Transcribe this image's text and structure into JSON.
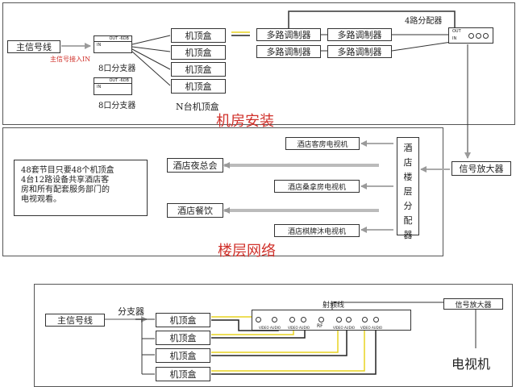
{
  "machine_room": {
    "signal_line": "主信号线",
    "signal_input": "主信号接入IN",
    "splitter_out": "OUT  -6DB",
    "splitter_in": "IN",
    "splitter_a_label": "8口分支器",
    "splitter_b_label": "8口分支器",
    "stb_boxes": [
      "机顶盒",
      "机顶盒",
      "机顶盒",
      "机顶盒"
    ],
    "stb_count_label": "N台机顶盒",
    "modulators": [
      "多路调制器",
      "多路调制器",
      "多路调制器",
      "多路调制器"
    ],
    "distributor_label": "4路分配器",
    "distributor_out": "OUT",
    "distributor_in": "IN",
    "title": "机房安装"
  },
  "floor_network": {
    "amplifier": "信号放大器",
    "floor_distributor": "酒店楼层分配器",
    "rooms": [
      "酒店客房电视机",
      "酒店桑拿房电视机",
      "酒店棋牌沐电视机"
    ],
    "venues": [
      "酒店夜总会",
      "酒店餐饮"
    ],
    "note": "48套节目只要48个机顶盒\n4台12路设备共享酒店客\n房和所有配套服务部门的\n电视观看。",
    "title": "楼层网络"
  },
  "bottom": {
    "signal_line": "主信号线",
    "splitter_label": "分支器",
    "stb_boxes": [
      "机顶盒",
      "机顶盒",
      "机顶盒",
      "机顶盒"
    ],
    "rf_line": "射频线",
    "rf_port": "RF",
    "amplifier": "信号放大器",
    "tv": "电视机",
    "av_inputs": [
      "VIDEO AUDIO",
      "VIDEO AUDIO",
      "VIDEO AUDIO",
      "VIDEO AUDIO"
    ]
  }
}
